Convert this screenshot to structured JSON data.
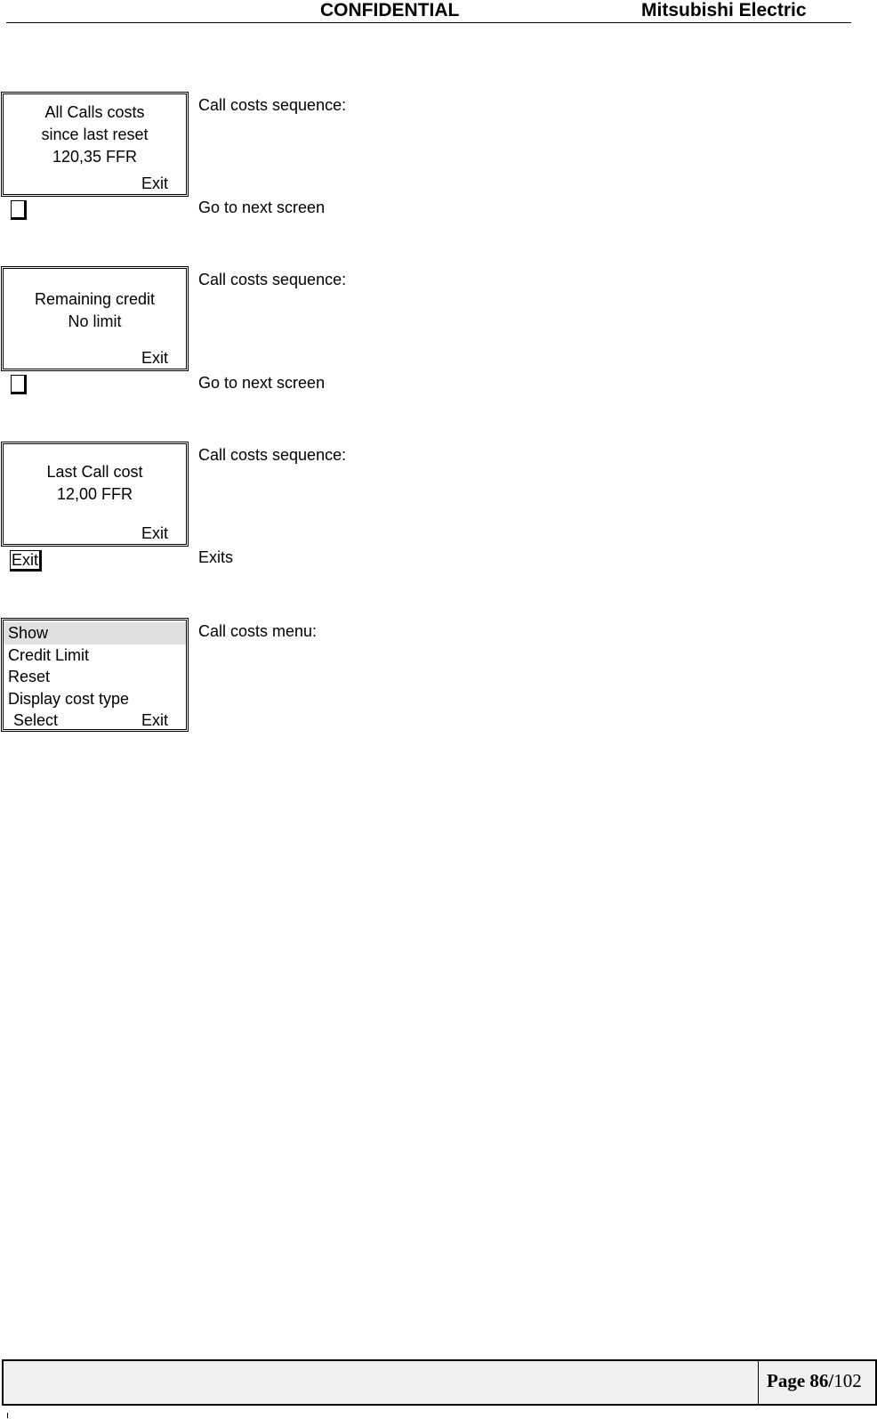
{
  "header": {
    "confidential": "CONFIDENTIAL",
    "company": "Mitsubishi Electric"
  },
  "screens": [
    {
      "lines": [
        "All Calls costs",
        "since last reset",
        "120,35 FFR"
      ],
      "softkey": "Exit",
      "description": "Call costs sequence:",
      "key_label": "",
      "key_description": "Go to next screen"
    },
    {
      "lines": [
        "Remaining credit",
        "No limit"
      ],
      "softkey": "Exit",
      "description": "Call costs sequence:",
      "key_label": "",
      "key_description": "Go to next screen"
    },
    {
      "lines": [
        "Last Call cost",
        "12,00 FFR"
      ],
      "softkey": "Exit",
      "description": "Call costs sequence:",
      "key_label": "Exit",
      "key_description": "Exits"
    }
  ],
  "menu": {
    "items": [
      "Show",
      "Credit Limit",
      "Reset",
      "Display cost type"
    ],
    "highlighted": "Show",
    "left_softkey": "Select",
    "right_softkey": "Exit",
    "description": "Call costs menu:"
  },
  "footer": {
    "page_label": "Page 86/",
    "page_total": "102"
  }
}
